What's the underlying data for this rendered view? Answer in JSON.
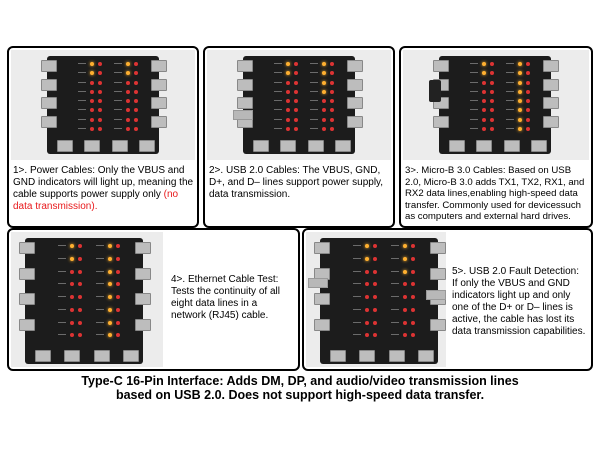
{
  "panels": [
    {
      "id": "p1",
      "caption_text": "1>. Power Cables: Only the VBUS and GND indicators will light up, meaning the cable supports power supply only",
      "caption_note": "(no data transmission).",
      "lit_leds": 2
    },
    {
      "id": "p2",
      "caption_text": "2>. USB 2.0 Cables: The VBUS, GND, D+, and D– lines support power supply, data transmission.",
      "lit_leds": 4
    },
    {
      "id": "p3",
      "caption_text": "3>. Micro-B 3.0 Cables: Based on USB 2.0, Micro-B 3.0 adds TX1, TX2, RX1, and RX2 data lines,enabling high-speed data transfer. Commonly used for devicessuch as computers and external hard drives.",
      "lit_leds": 8
    },
    {
      "id": "p4",
      "caption_text": "4>. Ethernet Cable Test: Tests the continuity of all eight data lines in a network (RJ45) cable.",
      "lit_leds": 8
    },
    {
      "id": "p5",
      "caption_text": "5>. USB 2.0 Fault Detection: If only the VBUS and GND indicators light up and only one of the D+ or D– lines is active, the cable has lost its data transmission capabilities.",
      "lit_leds": 3
    }
  ],
  "footer": {
    "line1": "Type-C 16-Pin Interface: Adds DM, DP, and audio/video transmission lines",
    "line2": "based on USB 2.0.  Does not support high-speed data transfer."
  },
  "colors": {
    "note_red": "#e8191c",
    "led_lit": "#ffb030",
    "led_off": "#dd3333",
    "board": "#1c1c1c"
  }
}
